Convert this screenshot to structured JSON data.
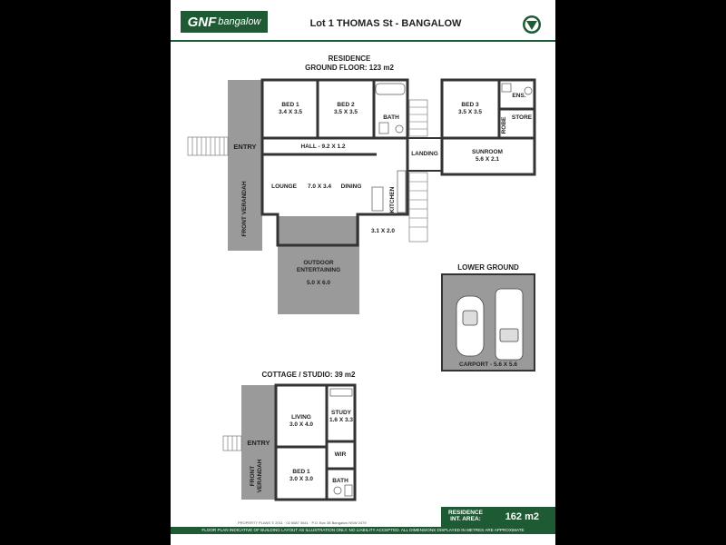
{
  "header": {
    "logo_brand": "GNF",
    "logo_suffix": "bangalow",
    "title": "Lot 1 THOMAS St - BANGALOW"
  },
  "residence": {
    "heading": "RESIDENCE",
    "subheading": "GROUND FLOOR: 123 m2",
    "rooms": {
      "bed1": "BED 1",
      "bed1_dim": "3.4 X 3.5",
      "bed2": "BED 2",
      "bed2_dim": "3.5 X 3.5",
      "bath": "BATH",
      "bed3": "BED 3",
      "bed3_dim": "3.5 X 3.5",
      "ens": "ENS.",
      "robe": "ROBE",
      "store": "STORE",
      "entry": "ENTRY",
      "hall": "HALL - 9.2 X 1.2",
      "landing": "LANDING",
      "sunroom": "SUNROOM",
      "sunroom_dim": "5.6 X 2.1",
      "lounge": "LOUNGE",
      "lounge_dim": "7.0 X 3.4",
      "dining": "DINING",
      "kitchen": "KITCHEN",
      "laundry_dim": "3.1 X 2.0",
      "front_verandah": "FRONT VERANDAH",
      "outdoor": "OUTDOOR",
      "entertaining": "ENTERTAINING",
      "outdoor_dim": "5.0 X 6.0"
    }
  },
  "lower_ground": {
    "heading": "LOWER GROUND",
    "carport": "CARPORT - 5.6 X 5.6"
  },
  "cottage": {
    "heading": "COTTAGE / STUDIO: 39 m2",
    "living": "LIVING",
    "living_dim": "3.0 X 4.0",
    "study": "STUDY",
    "study_dim": "1.6 X 3.3",
    "entry": "ENTRY",
    "wir": "WIR",
    "bed1": "BED 1",
    "bed1_dim": "3.0 X 3.0",
    "bath": "BATH",
    "front": "FRONT",
    "verandah": "VERANDAH"
  },
  "area": {
    "label_line1": "RESIDENCE",
    "label_line2": "INT. AREA:",
    "value": "162 m2"
  },
  "footer": {
    "copyright": "PROPERTY PLANS © 2011 · 02 6687 0641 · P.O. Box 38 Bangalow NSW 2479",
    "disclaimer": "FLOOR PLAN INDICATIVE OF BUILDING LAYOUT AS ILLUSTRATION ONLY. NO LIABILITY ACCEPTED. ALL DIMENSIONS DISPLAYED IN METRES ARE APPROXIMATE"
  },
  "colors": {
    "brand": "#1e5b34",
    "verandah": "#9a9a9a",
    "wall": "#333333"
  }
}
